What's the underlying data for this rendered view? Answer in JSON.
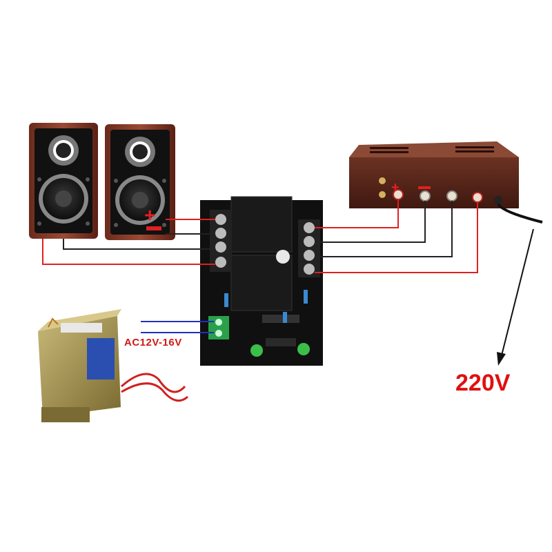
{
  "labels": {
    "speaker_plus": "+",
    "amp_plus": "+",
    "transformer_voltage": "AC12V-16V",
    "mains_voltage": "220V"
  },
  "components": [
    {
      "name": "speaker-left",
      "icon": "speaker-icon"
    },
    {
      "name": "speaker-right",
      "icon": "speaker-icon"
    },
    {
      "name": "protection-board",
      "icon": "circuit-board-icon"
    },
    {
      "name": "amplifier",
      "icon": "amplifier-icon"
    },
    {
      "name": "transformer",
      "icon": "transformer-icon"
    }
  ],
  "colors": {
    "positive_wire": "#e02020",
    "negative_wire": "#222222",
    "ac_wire": "#2030c0",
    "label_red": "#e01010"
  }
}
